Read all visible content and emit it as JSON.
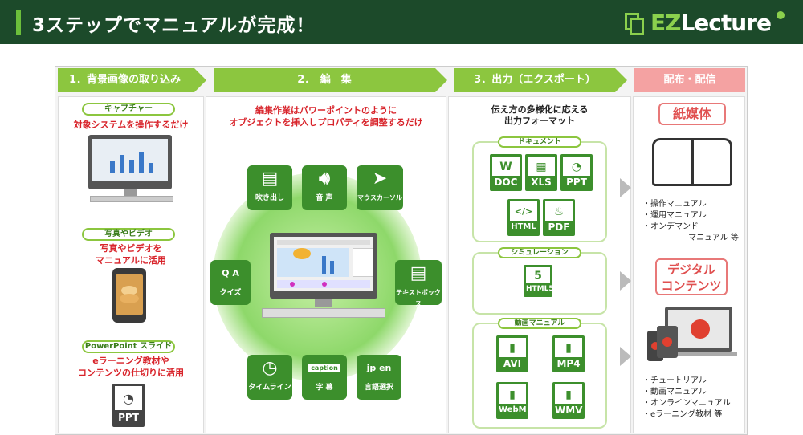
{
  "header": {
    "title": "3ステップでマニュアルが完成！"
  },
  "logo": {
    "text_ez": "EZ",
    "text_rest": "Lecture"
  },
  "steps": [
    {
      "label": "1．背景画像の取り込み"
    },
    {
      "label": "2．　編　集"
    },
    {
      "label": "3．出力（エクスポート）"
    },
    {
      "label": "配布・配信"
    }
  ],
  "step1": {
    "capture_label": "キャプチャー",
    "capture_desc": "対象システムを操作するだけ",
    "photo_label": "写真やビデオ",
    "photo_desc": "写真やビデオを\nマニュアルに活用",
    "ppt_label": "PowerPoint スライド",
    "ppt_desc": "eラーニング教材や\nコンテンツの仕切りに活用",
    "ppt_icon_text": "PPT"
  },
  "step2": {
    "desc": "編集作業はパワーポイントのように\nオブジェクトを挿入しプロパティを調整するだけ",
    "icons": {
      "balloon": "吹き出し",
      "audio": "音 声",
      "cursor": "マウスカーソル",
      "quiz": "クイズ",
      "textbox": "テキストボックス",
      "timeline": "タイムライン",
      "caption": "字 幕",
      "language": "言語選択",
      "caption_tag": "caption",
      "q": "Q",
      "a": "A",
      "jp": "jp",
      "en": "en"
    }
  },
  "step3": {
    "desc": "伝え方の多様化に応える\n出力フォーマット",
    "doc_label": "ドキュメント",
    "doc_formats": [
      "DOC",
      "XLS",
      "PPT",
      "HTML",
      "PDF"
    ],
    "sim_label": "シミュレーション",
    "sim_formats": [
      "HTML5"
    ],
    "video_label": "動画マニュアル",
    "video_formats": [
      "AVI",
      "MP4",
      "WebM",
      "WMV"
    ]
  },
  "step4": {
    "paper_label": "紙媒体",
    "paper_items": [
      "・操作マニュアル",
      "・運用マニュアル",
      "・オンデマンド",
      "マニュアル 等"
    ],
    "digital_label": "デジタル\nコンテンツ",
    "digital_items": [
      "・チュートリアル",
      "・動画マニュアル",
      "・オンラインマニュアル",
      "・eラーニング教材 等"
    ]
  }
}
